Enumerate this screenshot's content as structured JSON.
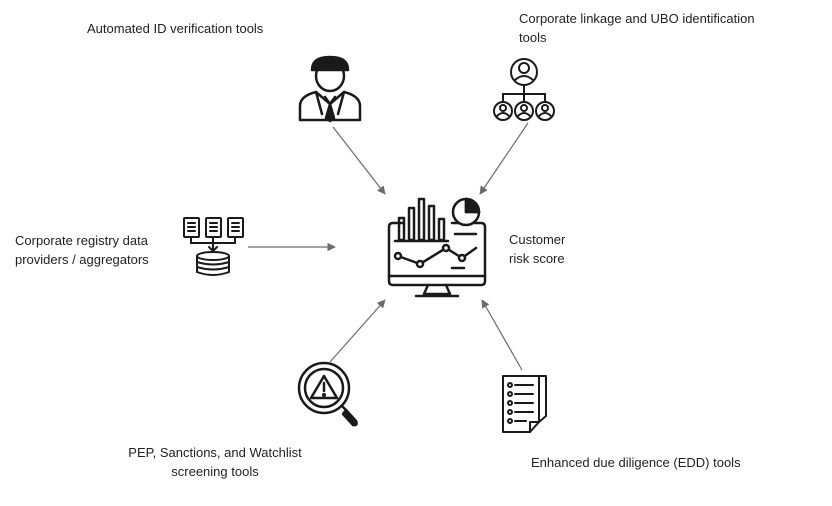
{
  "nodes": {
    "id_verification": {
      "label": "Automated ID verification tools",
      "icon": "businessman-icon"
    },
    "corporate_linkage": {
      "label_lines": [
        "Corporate linkage and UBO identification",
        "tools"
      ],
      "icon": "org-hierarchy-icon"
    },
    "registry": {
      "label_lines": [
        "Corporate registry data",
        "providers / aggregators"
      ],
      "icon": "database-registry-icon"
    },
    "risk_score": {
      "label_lines": [
        "Customer",
        "risk score"
      ],
      "icon": "analytics-monitor-icon"
    },
    "screening": {
      "label_lines": [
        "PEP, Sanctions, and Watchlist",
        "screening tools"
      ],
      "icon": "warning-magnifier-icon"
    },
    "edd": {
      "label": "Enhanced due diligence (EDD) tools",
      "icon": "checklist-document-icon"
    }
  },
  "colors": {
    "line": "#6b6b6b",
    "icon": "#1a1a1a",
    "text": "#222222"
  }
}
